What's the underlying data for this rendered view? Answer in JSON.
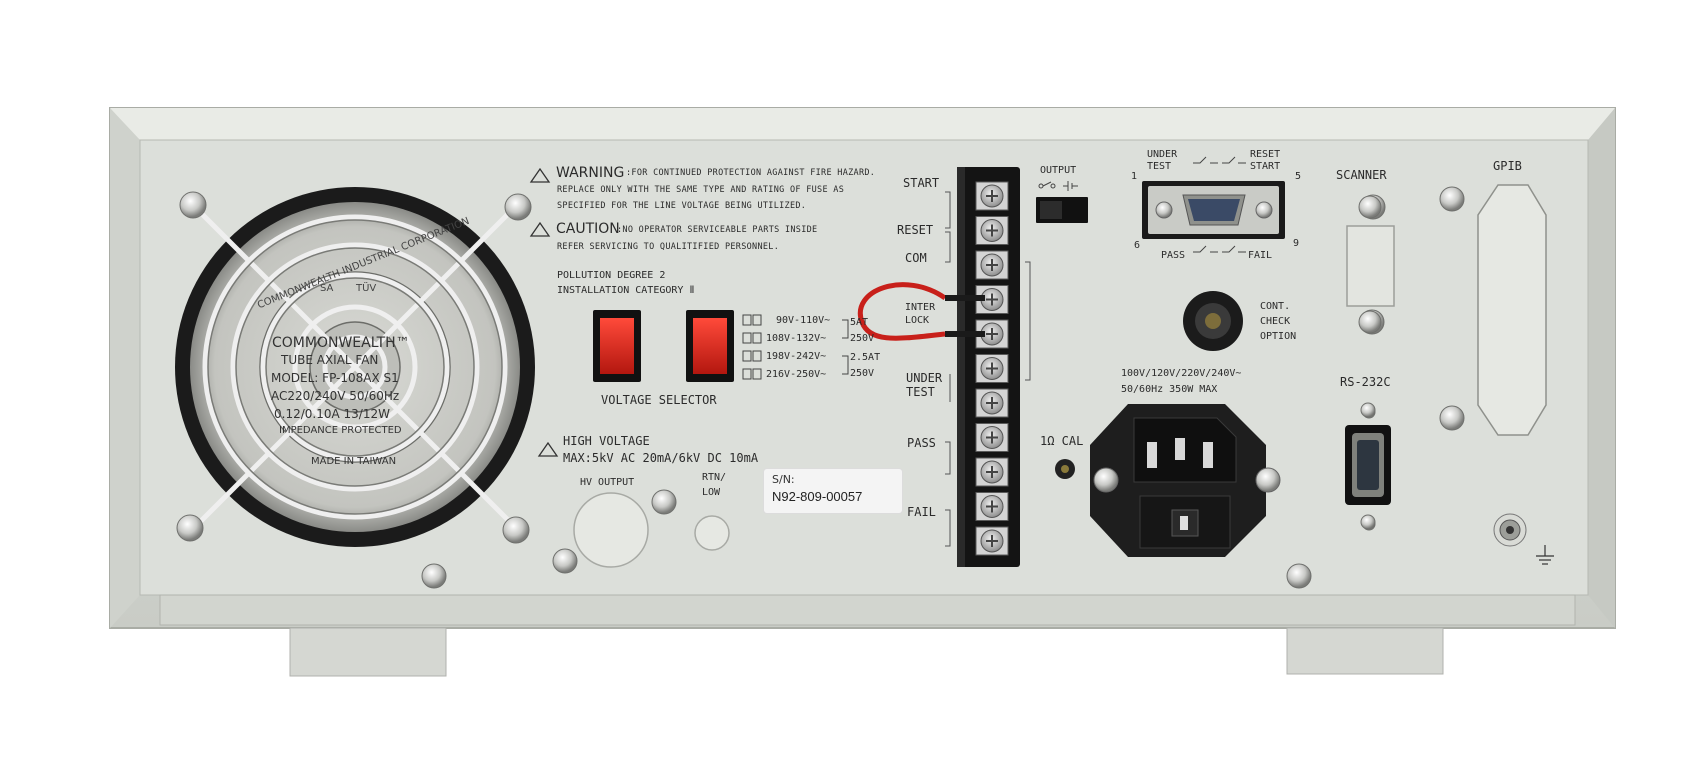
{
  "colors": {
    "panel": "#d8dbd6",
    "panel_inner": "#dcdfda",
    "frame_edge": "#b9bcb6",
    "terminal_block": "#141414",
    "voltage_switch": "#d3261b",
    "interlock_wire": "#c8201a"
  },
  "warning": {
    "heading": "WARNING",
    "line1": ":FOR CONTINUED PROTECTION AGAINST FIRE HAZARD.",
    "line2": "REPLACE ONLY WITH THE SAME TYPE AND RATING OF FUSE AS",
    "line3": "SPECIFIED FOR THE LINE VOLTAGE BEING UTILIZED."
  },
  "caution": {
    "heading": "CAUTION",
    "line1": ":NO OPERATOR SERVICEABLE PARTS INSIDE",
    "line2": "REFER SERVICING TO QUALITIFIED PERSONNEL."
  },
  "ratings": {
    "pollution": "POLLUTION DEGREE 2",
    "installation": "INSTALLATION CATEGORY Ⅱ"
  },
  "voltage_selector": {
    "label": "VOLTAGE SELECTOR",
    "ranges": [
      "90V-110V~",
      "108V-132V~",
      "198V-242V~",
      "216V-250V~"
    ],
    "fuse_low": [
      "5AT",
      "250V"
    ],
    "fuse_high": [
      "2.5AT",
      "250V"
    ]
  },
  "high_voltage": {
    "heading": "HIGH VOLTAGE",
    "spec": "MAX:5kV AC 20mA/6kV DC 10mA"
  },
  "ports": {
    "hv_output": "HV OUTPUT",
    "rtn_low": [
      "RTN/",
      "LOW"
    ],
    "output": "OUTPUT",
    "one_ohm_cal": "1Ω CAL",
    "cont_check": [
      "CONT.",
      "CHECK",
      "OPTION"
    ],
    "scanner": "SCANNER",
    "gpib": "GPIB",
    "rs232c": "RS-232C"
  },
  "remote": {
    "under_test": [
      "UNDER",
      "TEST"
    ],
    "reset_start": [
      "RESET",
      "START"
    ],
    "pass": "PASS",
    "fail": "FAIL",
    "pin1": "1",
    "pin5": "5",
    "pin6": "6",
    "pin9": "9"
  },
  "terminal_labels": {
    "start": "START",
    "reset": "RESET",
    "com": "COM",
    "interlock": [
      "INTER",
      "LOCK"
    ],
    "under_test": [
      "UNDER",
      "TEST"
    ],
    "pass": "PASS",
    "fail": "FAIL"
  },
  "power_input": {
    "line1": "100V/120V/220V/240V~",
    "line2": "50/60Hz 350W MAX"
  },
  "serial": {
    "label": "S/N:",
    "value": "N92-809-00057"
  },
  "fan": {
    "brand": "COMMONWEALTH™",
    "maker": "COMMONWEALTH INDUSTRIAL CORPORATION",
    "line1": "TUBE AXIAL FAN",
    "line2": "MODEL: FP-108AX S1",
    "line3": "AC220/240V 50/60Hz",
    "line4": "0.12/0.10A 13/12W",
    "line5": "IMPEDANCE PROTECTED",
    "line6": "MADE IN TAIWAN",
    "cert1": "SA",
    "cert2": "TÜV"
  },
  "terminal_count": 11
}
